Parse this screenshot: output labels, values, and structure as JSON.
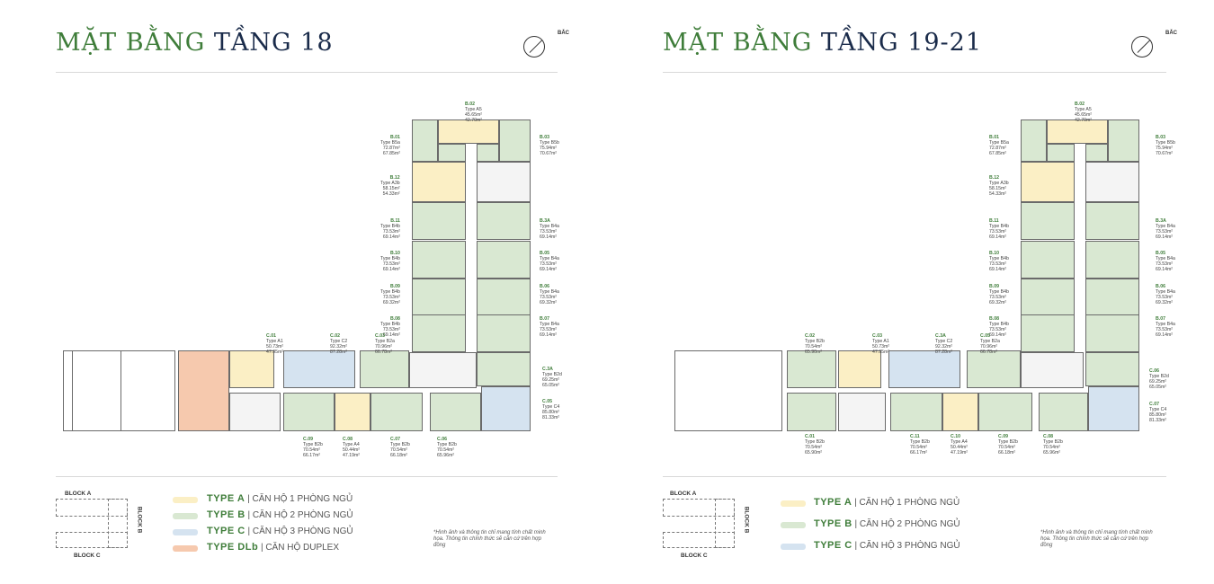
{
  "colors": {
    "title_green": "#3f7d3a",
    "title_navy": "#1a2b4a",
    "type_a": "#fbefc5",
    "type_b": "#d9e8d2",
    "type_c": "#d5e3f0",
    "type_dlb": "#f6c9ae"
  },
  "north_label": "BẮC",
  "left": {
    "title_green": "MẶT BẰNG",
    "title_navy": "TẦNG 18",
    "units": [
      {
        "code": "B.02",
        "type": "Type A5",
        "gross": "45.65m²",
        "net": "42.70m²"
      },
      {
        "code": "B.01",
        "type": "Type B5a",
        "gross": "72.87m²",
        "net": "67.85m²"
      },
      {
        "code": "B.03",
        "type": "Type B5b",
        "gross": "75.94m²",
        "net": "70.67m²"
      },
      {
        "code": "B.12",
        "type": "Type A3b",
        "gross": "58.15m²",
        "net": "54.33m²"
      },
      {
        "code": "B.11",
        "type": "Type B4b",
        "gross": "73.53m²",
        "net": "69.14m²"
      },
      {
        "code": "B.3A",
        "type": "Type B4a",
        "gross": "73.53m²",
        "net": "69.14m²"
      },
      {
        "code": "B.10",
        "type": "Type B4b",
        "gross": "73.53m²",
        "net": "69.14m²"
      },
      {
        "code": "B.05",
        "type": "Type B4a",
        "gross": "73.53m²",
        "net": "69.14m²"
      },
      {
        "code": "B.09",
        "type": "Type B4b",
        "gross": "73.53m²",
        "net": "69.32m²"
      },
      {
        "code": "B.06",
        "type": "Type B4a",
        "gross": "73.53m²",
        "net": "69.32m²"
      },
      {
        "code": "B.08",
        "type": "Type B4b",
        "gross": "73.53m²",
        "net": "69.14m²"
      },
      {
        "code": "B.07",
        "type": "Type B4a",
        "gross": "73.53m²",
        "net": "69.14m²"
      },
      {
        "code": "C.01",
        "type": "Type A1",
        "gross": "50.73m²",
        "net": "47.95m²"
      },
      {
        "code": "C.02",
        "type": "Type C2",
        "gross": "92.32m²",
        "net": "87.28m²"
      },
      {
        "code": "C.03",
        "type": "Type B2a",
        "gross": "70.96m²",
        "net": "66.78m²"
      },
      {
        "code": "C.3A",
        "type": "Type B2d",
        "gross": "69.25m²",
        "net": "65.05m²"
      },
      {
        "code": "C.05",
        "type": "Type C4",
        "gross": "85.80m²",
        "net": "81.33m²"
      },
      {
        "code": "C.09",
        "type": "Type B2b",
        "gross": "70.54m²",
        "net": "66.17m²"
      },
      {
        "code": "C.08",
        "type": "Type A4",
        "gross": "50.44m²",
        "net": "47.19m²"
      },
      {
        "code": "C.07",
        "type": "Type B2b",
        "gross": "70.54m²",
        "net": "66.18m²"
      },
      {
        "code": "C.06",
        "type": "Type B2b",
        "gross": "70.54m²",
        "net": "65.96m²"
      }
    ],
    "legend": [
      {
        "type": "TYPE A",
        "desc": "CĂN HỘ 1 PHÒNG NGỦ",
        "color": "#fbefc5"
      },
      {
        "type": "TYPE B",
        "desc": "CĂN HỘ 2 PHÒNG NGỦ",
        "color": "#d9e8d2"
      },
      {
        "type": "TYPE C",
        "desc": "CĂN HỘ 3 PHÒNG NGỦ",
        "color": "#d5e3f0"
      },
      {
        "type": "TYPE DLb",
        "desc": "CĂN HỘ DUPLEX",
        "color": "#f6c9ae"
      }
    ]
  },
  "right": {
    "title_green": "MẶT BẰNG",
    "title_navy": "TẦNG 19-21",
    "units": [
      {
        "code": "B.02",
        "type": "Type A5",
        "gross": "45.65m²",
        "net": "42.70m²"
      },
      {
        "code": "B.01",
        "type": "Type B5a",
        "gross": "72.87m²",
        "net": "67.85m²"
      },
      {
        "code": "B.03",
        "type": "Type B5b",
        "gross": "75.94m²",
        "net": "70.67m²"
      },
      {
        "code": "B.12",
        "type": "Type A3b",
        "gross": "58.15m²",
        "net": "54.33m²"
      },
      {
        "code": "B.11",
        "type": "Type B4b",
        "gross": "73.53m²",
        "net": "69.14m²"
      },
      {
        "code": "B.3A",
        "type": "Type B4a",
        "gross": "73.53m²",
        "net": "69.14m²"
      },
      {
        "code": "B.10",
        "type": "Type B4b",
        "gross": "73.53m²",
        "net": "69.14m²"
      },
      {
        "code": "B.05",
        "type": "Type B4a",
        "gross": "73.53m²",
        "net": "69.14m²"
      },
      {
        "code": "B.09",
        "type": "Type B4b",
        "gross": "73.53m²",
        "net": "69.32m²"
      },
      {
        "code": "B.06",
        "type": "Type B4a",
        "gross": "73.53m²",
        "net": "69.32m²"
      },
      {
        "code": "B.08",
        "type": "Type B4b",
        "gross": "73.53m²",
        "net": "69.14m²"
      },
      {
        "code": "B.07",
        "type": "Type B4a",
        "gross": "73.53m²",
        "net": "69.14m²"
      },
      {
        "code": "C.02",
        "type": "Type B2b",
        "gross": "70.54m²",
        "net": "65.90m²"
      },
      {
        "code": "C.03",
        "type": "Type A1",
        "gross": "50.73m²",
        "net": "47.95m²"
      },
      {
        "code": "C.3A",
        "type": "Type C2",
        "gross": "92.32m²",
        "net": "87.28m²"
      },
      {
        "code": "C.05",
        "type": "Type B2a",
        "gross": "70.96m²",
        "net": "66.78m²"
      },
      {
        "code": "C.06",
        "type": "Type B2d",
        "gross": "69.25m²",
        "net": "65.05m²"
      },
      {
        "code": "C.07",
        "type": "Type C4",
        "gross": "85.80m²",
        "net": "81.33m²"
      },
      {
        "code": "C.01",
        "type": "Type B2b",
        "gross": "70.54m²",
        "net": "65.90m²"
      },
      {
        "code": "C.11",
        "type": "Type B2b",
        "gross": "70.54m²",
        "net": "66.17m²"
      },
      {
        "code": "C.10",
        "type": "Type A4",
        "gross": "50.44m²",
        "net": "47.19m²"
      },
      {
        "code": "C.09",
        "type": "Type B2b",
        "gross": "70.54m²",
        "net": "66.18m²"
      },
      {
        "code": "C.08",
        "type": "Type B2b",
        "gross": "70.54m²",
        "net": "65.96m²"
      }
    ],
    "legend": [
      {
        "type": "TYPE A",
        "desc": "CĂN HỘ 1 PHÒNG NGỦ",
        "color": "#fbefc5"
      },
      {
        "type": "TYPE B",
        "desc": "CĂN HỘ 2 PHÒNG NGỦ",
        "color": "#d9e8d2"
      },
      {
        "type": "TYPE C",
        "desc": "CĂN HỘ 3 PHÒNG NGỦ",
        "color": "#d5e3f0"
      }
    ]
  },
  "keymap": {
    "block_a": "BLOCK A",
    "block_b": "BLOCK B",
    "block_c": "BLOCK C"
  },
  "disclaimer": "*Hình ảnh và thông tin chỉ mang tính chất minh họa. Thông tin chính thức sẽ căn cứ trên hợp đồng"
}
